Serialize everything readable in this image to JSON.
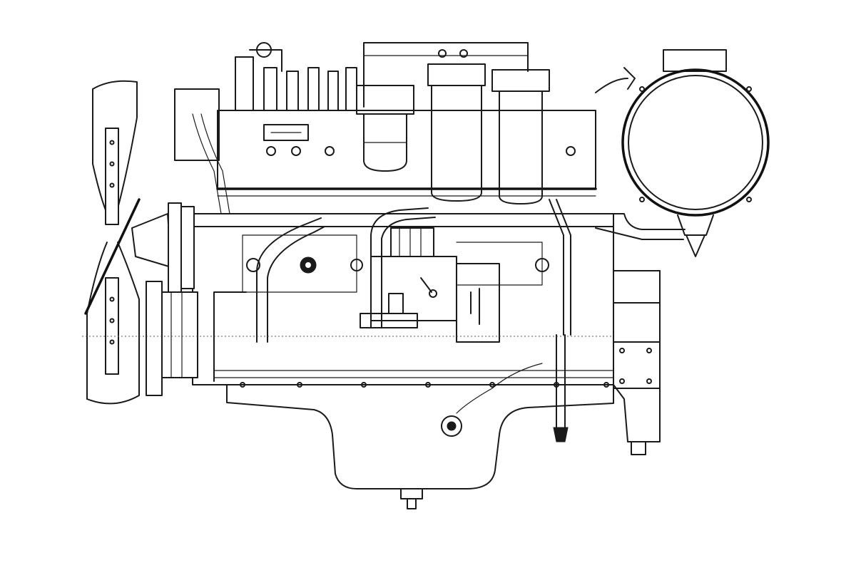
{
  "colors": {
    "line": "#1a1a1a",
    "background": "#ffffff"
  },
  "parts": [
    {
      "name": "cooling-fan"
    },
    {
      "name": "fan-pulley"
    },
    {
      "name": "crankshaft-pulley"
    },
    {
      "name": "cylinder-head"
    },
    {
      "name": "fuel-filter"
    },
    {
      "name": "oil-filter"
    },
    {
      "name": "turbocharger"
    },
    {
      "name": "fuel-injection-pump"
    },
    {
      "name": "engine-block"
    },
    {
      "name": "oil-pan"
    },
    {
      "name": "engine-mount"
    },
    {
      "name": "dipstick"
    },
    {
      "name": "drain-plug"
    },
    {
      "name": "sensor"
    }
  ]
}
